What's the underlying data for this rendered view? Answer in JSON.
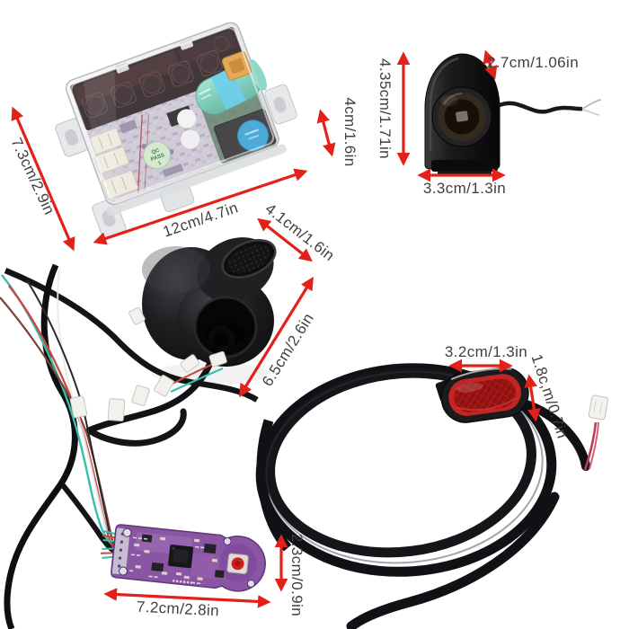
{
  "canvas": {
    "background": "#ffffff"
  },
  "colors": {
    "dimension_arrow": "#e3211a",
    "dimension_label": "#3f3f3f",
    "controller_case": "#e3e5e8",
    "capacitor_teal": "#6ec6b2",
    "capacitor_band_cyan": "#57c8e8",
    "xt30_orange": "#e29b3c",
    "dashboard_purple": "#8a55a2",
    "button_red": "#c9221e",
    "taillight_red": "#c32424",
    "cable_black": "#141416",
    "wire_teal": "#37bfae",
    "wire_red": "#c94b44",
    "wire_pink": "#d4607a"
  },
  "parts": {
    "controller": {
      "qc_sticker": {
        "line1": "QC",
        "line2": "PASS",
        "line3": "1"
      },
      "dimensions": {
        "height": "7.3cm/2.9in",
        "length": "12cm/4.7in",
        "depth": "4cm/1.6in"
      }
    },
    "headlight": {
      "dimensions": {
        "height": "4.35cm/1.71in",
        "depth": "2.7cm/1.06in",
        "width": "3.3cm/1.3in"
      }
    },
    "throttle": {
      "dimensions": {
        "width": "4.1cm/1.6in",
        "length": "6.5cm/2.6in"
      }
    },
    "taillight": {
      "dimensions": {
        "width": "3.2cm/1.3in",
        "height": "1.8c,m/0.7in"
      }
    },
    "dashboard": {
      "dimensions": {
        "length": "7.2cm/2.8in",
        "width": "2.3cm/0.9in"
      }
    }
  }
}
